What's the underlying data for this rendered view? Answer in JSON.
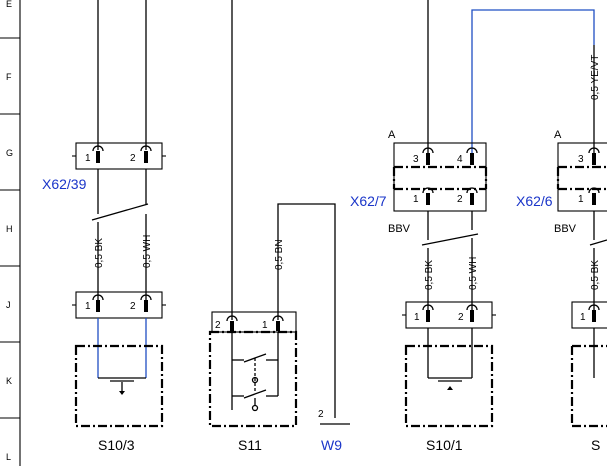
{
  "rows": [
    "E",
    "F",
    "G",
    "H",
    "J",
    "K",
    "L"
  ],
  "connectors": {
    "x62_39": "X62/39",
    "x62_7": "X62/7",
    "x62_6": "X62/6"
  },
  "side_labels": {
    "a_left": "A",
    "a_right": "A",
    "bbv_left": "BBV",
    "bbv_right": "BBV"
  },
  "pins": {
    "p1": "1",
    "p2": "2",
    "p3": "3",
    "p4": "4"
  },
  "wires": {
    "bk": "0,5 BK",
    "wh": "0,5 WH",
    "bn": "0,5 BN",
    "ye_vt": "0,5 YE/VT"
  },
  "components": {
    "s10_3": "S10/3",
    "s11": "S11",
    "w9": "W9",
    "w9_pin": "2",
    "s10_1": "S10/1",
    "s_cut": "S"
  },
  "colors": {
    "reference_blue": "#1a35c9",
    "wire_blue": "#1f4fc4"
  }
}
